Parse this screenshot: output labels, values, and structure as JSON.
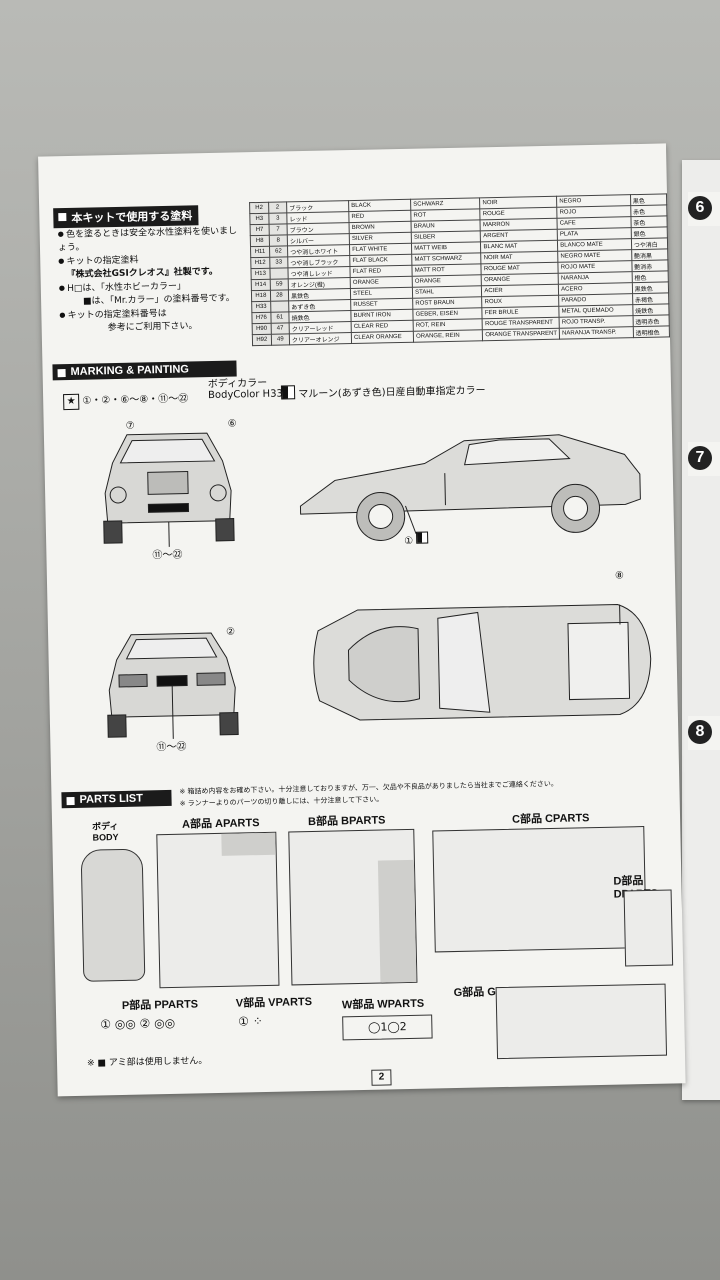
{
  "side_numbers": [
    "6",
    "7",
    "8"
  ],
  "paints": {
    "title": "本キットで使用する塗料",
    "notes": [
      "色を塗るときは安全な水性塗料を使いましょう。",
      "キットの指定塗料",
      "『株式会社GSIクレオス』社製です。",
      "H□は、「水性ホビーカラー」",
      "■は、「Mr.カラー」の塗料番号です。",
      "キットの指定塗料番号は",
      "参考にご利用下さい。"
    ],
    "rows": [
      {
        "h": "H2",
        "m": "2",
        "jp": "ブラック",
        "en": "BLACK",
        "de": "SCHWARZ",
        "fr": "NOIR",
        "es": "NEGRO",
        "jp2": "黒色"
      },
      {
        "h": "H3",
        "m": "3",
        "jp": "レッド",
        "en": "RED",
        "de": "ROT",
        "fr": "ROUGE",
        "es": "ROJO",
        "jp2": "赤色"
      },
      {
        "h": "H7",
        "m": "7",
        "jp": "ブラウン",
        "en": "BROWN",
        "de": "BRAUN",
        "fr": "MARRON",
        "es": "CAFE",
        "jp2": "茶色"
      },
      {
        "h": "H8",
        "m": "8",
        "jp": "シルバー",
        "en": "SILVER",
        "de": "SILBER",
        "fr": "ARGENT",
        "es": "PLATA",
        "jp2": "銀色"
      },
      {
        "h": "H11",
        "m": "62",
        "jp": "つや消しホワイト",
        "en": "FLAT WHITE",
        "de": "MATT WEIB",
        "fr": "BLANC MAT",
        "es": "BLANCO MATE",
        "jp2": "つや消白"
      },
      {
        "h": "H12",
        "m": "33",
        "jp": "つや消しブラック",
        "en": "FLAT BLACK",
        "de": "MATT SCHWARZ",
        "fr": "NOIR MAT",
        "es": "NEGRO MATE",
        "jp2": "艶消黒"
      },
      {
        "h": "H13",
        "m": "",
        "jp": "つや消しレッド",
        "en": "FLAT RED",
        "de": "MATT ROT",
        "fr": "ROUGE MAT",
        "es": "ROJO MATE",
        "jp2": "艶消赤"
      },
      {
        "h": "H14",
        "m": "59",
        "jp": "オレンジ(橙)",
        "en": "ORANGE",
        "de": "ORANGE",
        "fr": "ORANGE",
        "es": "NARANJA",
        "jp2": "橙色"
      },
      {
        "h": "H18",
        "m": "28",
        "jp": "黒鉄色",
        "en": "STEEL",
        "de": "STAHL",
        "fr": "ACIER",
        "es": "ACERO",
        "jp2": "黒鉄色"
      },
      {
        "h": "H33",
        "m": "",
        "jp": "あずき色",
        "en": "RUSSET",
        "de": "ROST BRAUN",
        "fr": "ROUX",
        "es": "PARADO",
        "jp2": "赤褐色"
      },
      {
        "h": "H76",
        "m": "61",
        "jp": "焼鉄色",
        "en": "BURNT IRON",
        "de": "GEBER, EISEN",
        "fr": "FER BRULE",
        "es": "METAL QUEMADO",
        "jp2": "焼鉄色"
      },
      {
        "h": "H90",
        "m": "47",
        "jp": "クリアーレッド",
        "en": "CLEAR RED",
        "de": "ROT, REIN",
        "fr": "ROUGE TRANSPARENT",
        "es": "ROJO TRANSP.",
        "jp2": "透明赤色"
      },
      {
        "h": "H92",
        "m": "49",
        "jp": "クリアーオレンジ",
        "en": "CLEAR ORANGE",
        "de": "ORANGE, REIN",
        "fr": "ORANGE TRANSPARENT",
        "es": "NARANJA TRANSP.",
        "jp2": "透明橙色"
      }
    ]
  },
  "marking": {
    "title": "MARKING & PAINTING",
    "decal_refs": "①・②・⑥〜⑧・⑪〜㉒",
    "body_color_jp": "ボディカラー",
    "body_color_en": "BodyColor H33",
    "body_color_desc": "マルーン(あずき色)日産自動車指定カラー",
    "callouts": [
      "⑦",
      "⑥",
      "⑪〜㉒",
      "①",
      "⑧",
      "②",
      "⑪〜㉒"
    ]
  },
  "parts": {
    "title": "PARTS LIST",
    "notes": [
      "※ 箱詰め内容をお確め下さい。十分注意しておりますが、万一、欠品や不良品がありましたら当社までご連絡ください。",
      "※ ランナーよりのパーツの切り離しには、十分注意して下さい。"
    ],
    "body_jp": "ボディ",
    "body_en": "BODY",
    "a": "A部品 APARTS",
    "b": "B部品 BPARTS",
    "c": "C部品 CPARTS",
    "d": "D部品 DPARTS",
    "p": "P部品 PPARTS",
    "v": "V部品 VPARTS",
    "w": "W部品 WPARTS",
    "g": "G部品 GPARTS",
    "footnote": "※ ■ アミ部は使用しません。"
  },
  "page_number": "2"
}
